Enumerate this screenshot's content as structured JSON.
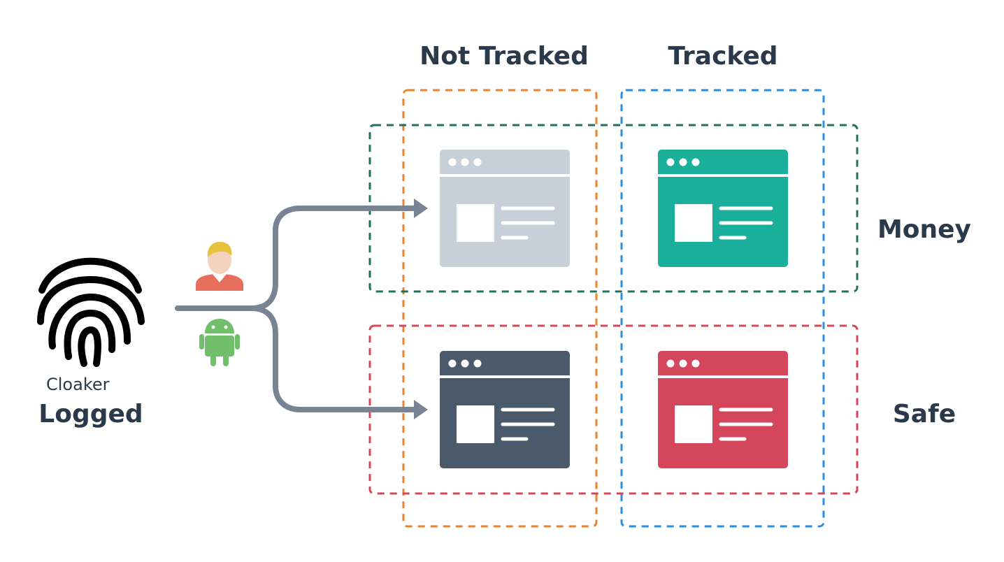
{
  "columns": {
    "not_tracked": "Not Tracked",
    "tracked": "Tracked"
  },
  "rows": {
    "money": "Money",
    "safe": "Safe"
  },
  "source": {
    "small_label": "Cloaker",
    "big_label": "Logged",
    "icon": "fingerprint-icon"
  },
  "visitor_icons": [
    "user-icon",
    "android-icon"
  ],
  "windows": [
    {
      "name": "money-not-tracked-window",
      "row": "money",
      "column": "not_tracked",
      "color": "#c7d0d8"
    },
    {
      "name": "money-tracked-window",
      "row": "money",
      "column": "tracked",
      "color": "#1aaf9b"
    },
    {
      "name": "safe-not-tracked-window",
      "row": "safe",
      "column": "not_tracked",
      "color": "#4a5a6a"
    },
    {
      "name": "safe-tracked-window",
      "row": "safe",
      "column": "tracked",
      "color": "#d4465b"
    }
  ],
  "colors": {
    "not_tracked_border": "#e8832e",
    "tracked_border": "#2a8ee0",
    "money_border": "#1f7060",
    "safe_border": "#d4465b",
    "arrow": "#788493",
    "text": "#2b3a4a"
  }
}
